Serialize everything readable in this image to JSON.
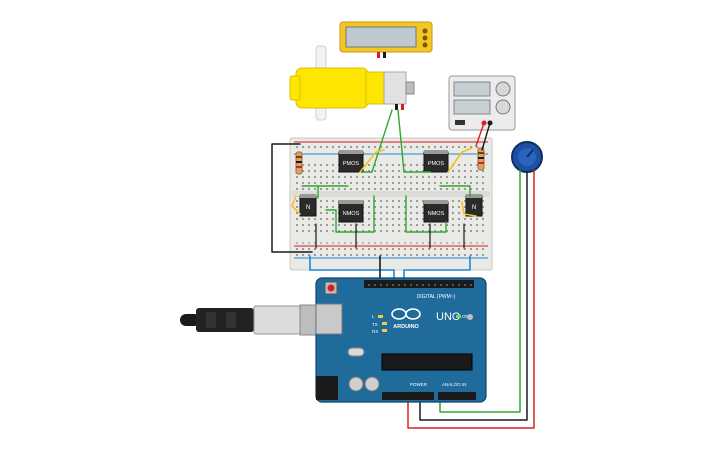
{
  "components": {
    "lcd": {
      "name": "16x2 LCD display"
    },
    "motor": {
      "name": "DC gear motor"
    },
    "power_supply": {
      "name": "Power supply"
    },
    "potentiometer": {
      "name": "Potentiometer"
    },
    "breadboard": {
      "name": "Breadboard"
    },
    "transistors": {
      "pmos_label": "PMOS",
      "nmos_label": "NMOS",
      "n_label": "N"
    },
    "arduino": {
      "brand": "ARDUINO",
      "model": "UNO",
      "digital_label": "DIGITAL (PWM~)",
      "power_label": "POWER",
      "analog_label": "ANALOG IN",
      "on_label": "ON",
      "tx_label": "TX",
      "rx_label": "RX",
      "l_label": "L"
    }
  },
  "colors": {
    "wire_green": "#2fa82f",
    "wire_red": "#d62020",
    "wire_black": "#1a1a1a",
    "wire_blue": "#1e88d8",
    "wire_yellow": "#f0c419",
    "arduino_board": "#1f6b9c",
    "motor_yellow": "#ffe600",
    "breadboard": "#e9e9e6"
  }
}
